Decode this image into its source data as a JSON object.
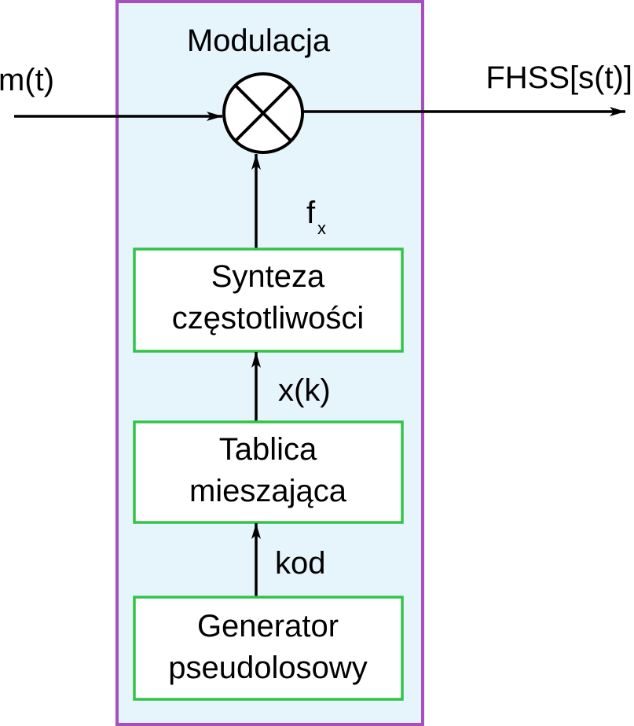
{
  "diagram": {
    "title": "Modulacja",
    "input_label": "m(t)",
    "output_label": "FHSS[s(t)]",
    "freq_label_main": "f",
    "freq_label_sub": "x",
    "blocks": {
      "synthesizer": {
        "line1": "Synteza",
        "line2": "częstotliwości"
      },
      "mixing_table": {
        "line1": "Tablica",
        "line2": "mieszająca"
      },
      "generator": {
        "line1": "Generator",
        "line2": "pseudolosowy"
      }
    },
    "edges": {
      "table_to_synth": "x(k)",
      "generator_to_table": "kod"
    },
    "mixer_symbol": "multiplier-icon"
  },
  "colors": {
    "container_fill": "#e6f4fb",
    "container_stroke": "#a64fc1",
    "block_stroke": "#33c24a",
    "block_fill": "#ffffff",
    "line": "#000000"
  }
}
